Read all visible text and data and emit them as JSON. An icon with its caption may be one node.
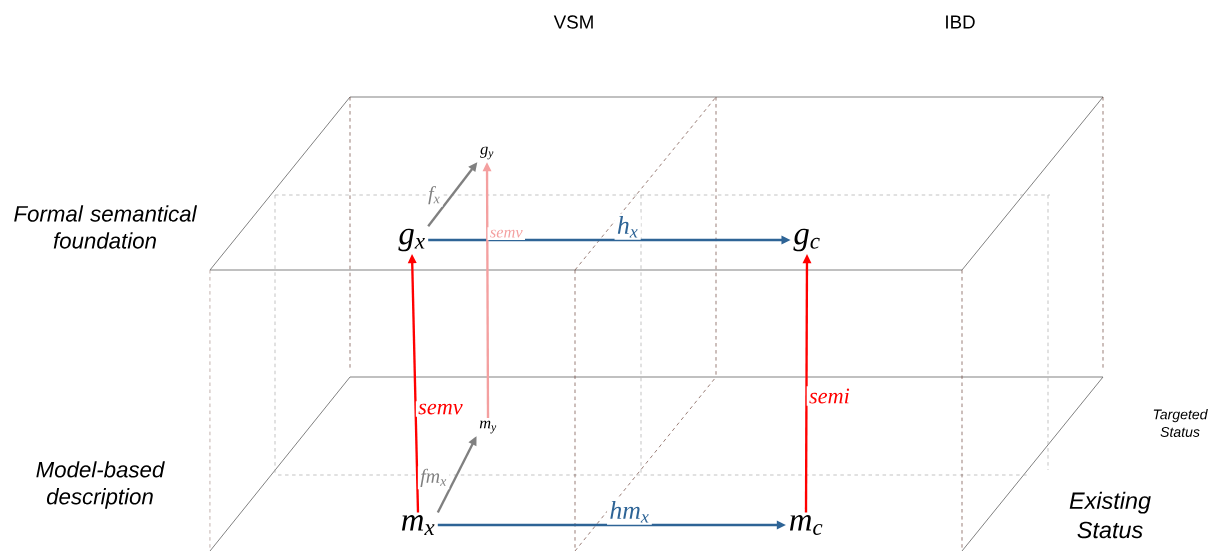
{
  "diagram": {
    "nodes": [
      {
        "text": [
          "g$_{x}$"
        ]
      },
      {
        "text": [
          "g$_{y}$"
        ]
      },
      {
        "text": [
          "g$_{c}$"
        ]
      },
      {
        "text": [
          "m$_{x}$"
        ]
      },
      {
        "text": [
          "m$_{y}$"
        ]
      },
      {
        "text": [
          "m$_{c}$"
        ]
      }
    ],
    "edges": [
      {
        "from": 0,
        "to": 2,
        "arrow": "to",
        "label": "h$_{x}$",
        "color": "#2e6496"
      },
      {
        "from": 3,
        "to": 5,
        "arrow": "to",
        "label": "hm$_{x}$",
        "color": "#2e6496"
      },
      {
        "from": 3,
        "to": 0,
        "arrow": "to",
        "label": "semv",
        "color": "#ff0000"
      },
      {
        "from": 5,
        "to": 2,
        "arrow": "to",
        "label": "semi",
        "color": "#ff0000"
      },
      {
        "from": 0,
        "to": 1,
        "arrow": "to",
        "label": "f$_{x}$",
        "color": "#808080"
      },
      {
        "from": 3,
        "to": 4,
        "arrow": "to",
        "label": "fm$_{x}$",
        "color": "#808080"
      },
      {
        "from": 4,
        "to": 1,
        "arrow": "to",
        "label": "semv",
        "color": "#f4a0a0"
      }
    ],
    "labels": [
      "VSM",
      "IBD",
      "Formal semantical foundation",
      "Model-based description",
      "Targeted Status",
      "Existing Status"
    ]
  }
}
